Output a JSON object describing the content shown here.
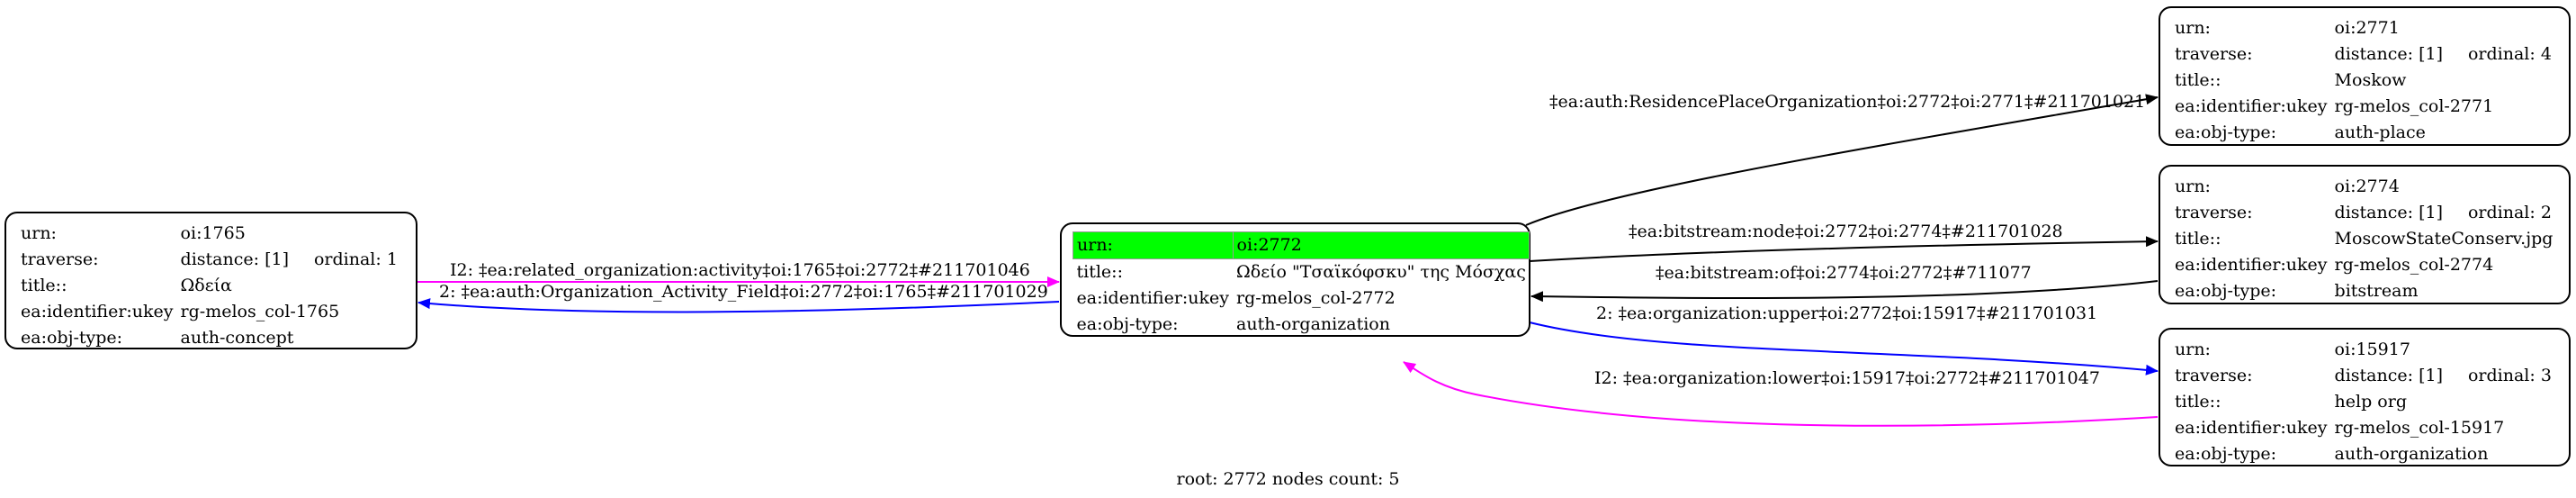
{
  "nodes": {
    "n1765": {
      "rows": [
        {
          "k": "urn:",
          "v": "oi:1765"
        },
        {
          "k": "traverse:",
          "v": "distance: [1]",
          "ord": "ordinal: 1"
        },
        {
          "k": "title::",
          "v": "Ωδεία"
        },
        {
          "k": "ea:identifier:ukey",
          "v": "rg-melos_col-1765"
        },
        {
          "k": "ea:obj-type:",
          "v": "auth-concept"
        }
      ]
    },
    "n2772": {
      "rows": [
        {
          "k": "urn:",
          "v": "oi:2772"
        },
        {
          "k": "title::",
          "v": "Ωδείο \"Τσαϊκόφσκυ\" της Μόσχας"
        },
        {
          "k": "ea:identifier:ukey",
          "v": "rg-melos_col-2772"
        },
        {
          "k": "ea:obj-type:",
          "v": "auth-organization"
        }
      ]
    },
    "n2771": {
      "rows": [
        {
          "k": "urn:",
          "v": "oi:2771"
        },
        {
          "k": "traverse:",
          "v": "distance: [1]",
          "ord": "ordinal: 4"
        },
        {
          "k": "title::",
          "v": "Moskow"
        },
        {
          "k": "ea:identifier:ukey",
          "v": "rg-melos_col-2771"
        },
        {
          "k": "ea:obj-type:",
          "v": "auth-place"
        }
      ]
    },
    "n2774": {
      "rows": [
        {
          "k": "urn:",
          "v": "oi:2774"
        },
        {
          "k": "traverse:",
          "v": "distance: [1]",
          "ord": "ordinal: 2"
        },
        {
          "k": "title::",
          "v": "MoscowStateConserv.jpg"
        },
        {
          "k": "ea:identifier:ukey",
          "v": "rg-melos_col-2774"
        },
        {
          "k": "ea:obj-type:",
          "v": "bitstream"
        }
      ]
    },
    "n15917": {
      "rows": [
        {
          "k": "urn:",
          "v": "oi:15917"
        },
        {
          "k": "traverse:",
          "v": "distance: [1]",
          "ord": "ordinal: 3"
        },
        {
          "k": "title::",
          "v": "help org"
        },
        {
          "k": "ea:identifier:ukey",
          "v": "rg-melos_col-15917"
        },
        {
          "k": "ea:obj-type:",
          "v": "auth-organization"
        }
      ]
    }
  },
  "edges": {
    "e1": {
      "label": "‡ea:auth:ResidencePlaceOrganization‡oi:2772‡oi:2771‡#211701021",
      "color": "#000000"
    },
    "e2": {
      "label": "‡ea:bitstream:node‡oi:2772‡oi:2774‡#211701028",
      "color": "#000000"
    },
    "e3": {
      "label": "‡ea:bitstream:of‡oi:2774‡oi:2772‡#711077",
      "color": "#000000"
    },
    "e4": {
      "label": "2: ‡ea:organization:upper‡oi:2772‡oi:15917‡#211701031",
      "color": "#0000ff"
    },
    "e5": {
      "label": "I2: ‡ea:organization:lower‡oi:15917‡oi:2772‡#211701047",
      "color": "#ff00ff"
    },
    "e6": {
      "label": "I2: ‡ea:related_organization:activity‡oi:1765‡oi:2772‡#211701046",
      "color": "#ff00ff"
    },
    "e7": {
      "label": "2: ‡ea:auth:Organization_Activity_Field‡oi:2772‡oi:1765‡#211701029",
      "color": "#0000ff"
    }
  },
  "highlight_color": "#00ff00",
  "footer": "root: 2772 nodes count: 5"
}
